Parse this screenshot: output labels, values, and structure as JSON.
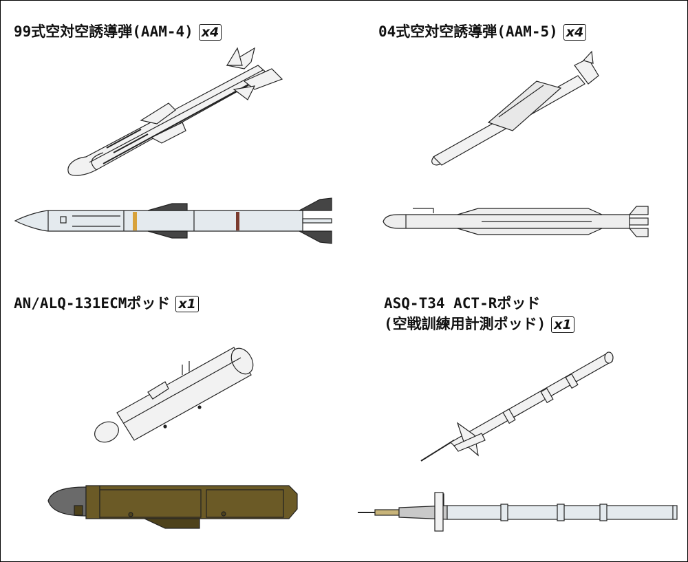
{
  "panels": [
    {
      "title": "99式空対空誘導弾(AAM-4)",
      "qty": "x4"
    },
    {
      "title": "04式空対空誘導弾(AAM-5)",
      "qty": "x4"
    },
    {
      "title": "AN/ALQ-131ECMポッド",
      "qty": "x1"
    },
    {
      "title_line1": "ASQ-T34 ACT-Rポッド",
      "title_line2": "(空戦訓練用計測ポッド)",
      "qty": "x1"
    }
  ],
  "colors": {
    "missile_body": "#f0f0f0",
    "missile_light_blue": "#e4eaee",
    "fin_dark": "#454545",
    "pod_olive": "#6b5a26",
    "pod_olive_dark": "#4e421b",
    "nose_grey": "#6a6a6a",
    "band_orange": "#d8a23a",
    "band_maroon": "#7a3b2e",
    "probe_tan": "#c8b47a"
  },
  "icons": [
    "quantity-badge"
  ]
}
